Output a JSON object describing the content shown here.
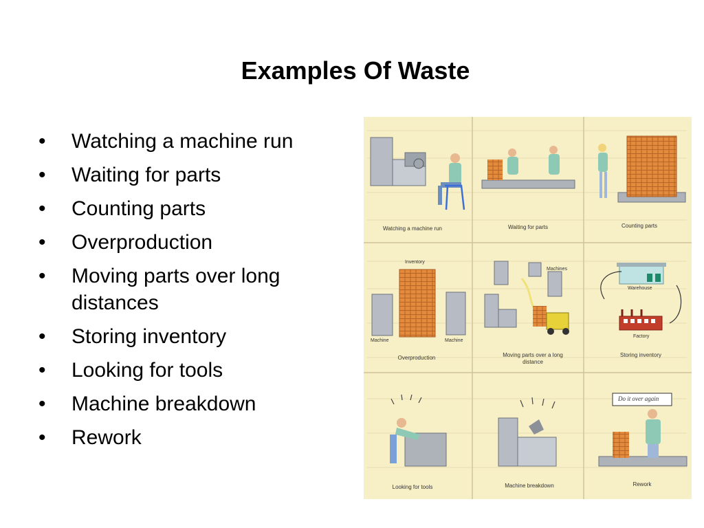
{
  "slide": {
    "title": "Examples Of Waste",
    "bullets": [
      "Watching a machine run",
      "Waiting for parts",
      "Counting parts",
      "Overproduction",
      "Moving parts over long distances",
      "Storing inventory",
      "Looking for tools",
      "Machine breakdown",
      "Rework"
    ],
    "bullet_symbol": "•"
  },
  "figure": {
    "captions": {
      "watching": "Watching a machine run",
      "waiting": "Waiting for parts",
      "counting": "Counting parts",
      "overproduction": "Overproduction",
      "moving": "Moving parts over a long distance",
      "storing": "Storing inventory",
      "looking": "Looking for tools",
      "breakdown": "Machine breakdown",
      "rework": "Rework"
    },
    "labels": {
      "inventory": "Inventory",
      "machine_left": "Machine",
      "machine_right": "Machine",
      "machines": "Machines",
      "warehouse": "Warehouse",
      "factory": "Factory",
      "do_it_over": "Do it over again"
    }
  }
}
